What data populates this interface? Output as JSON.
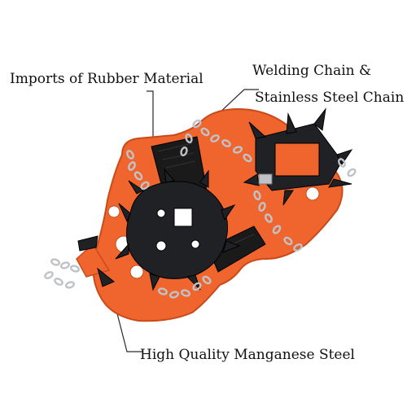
{
  "labels": {
    "rubber": "Imports of Rubber Material",
    "chain_line1": "Welding Chain &",
    "chain_line2": "Stainless Steel Chain",
    "steel": "High Quality Manganese Steel"
  },
  "colors": {
    "rubber_orange": "#F0652E",
    "rubber_edge": "#C94A1A",
    "steel_black": "#202124",
    "strap_black": "#1a1a1a",
    "chain_silver": "#BFC3C7",
    "leader_line": "#2a2a2a"
  }
}
